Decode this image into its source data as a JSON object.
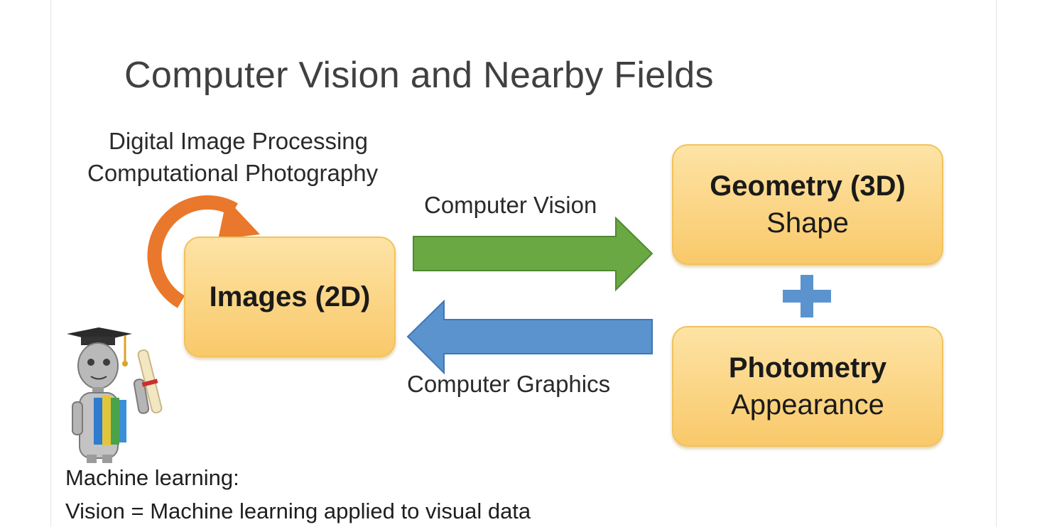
{
  "slide": {
    "title": "Computer Vision and Nearby Fields"
  },
  "loop_labels": {
    "line1": "Digital Image Processing",
    "line2": "Computational Photography"
  },
  "boxes": {
    "images": {
      "label": "Images (2D)"
    },
    "geometry": {
      "label": "Geometry (3D)",
      "sub": "Shape"
    },
    "photometry": {
      "label": "Photometry",
      "sub": "Appearance"
    }
  },
  "arrows": {
    "forward_label": "Computer Vision",
    "backward_label": "Computer Graphics"
  },
  "footer": {
    "line1": "Machine learning:",
    "line2": "Vision = Machine learning applied to visual data"
  },
  "colors": {
    "box_fill": "#fbd27e",
    "forward_arrow": "#6aa843",
    "backward_arrow": "#5b93cf",
    "loop_arrow": "#e9782c",
    "plus": "#5b93cf"
  },
  "icons": {
    "loop": "circular-arrow-icon",
    "plus": "plus-icon",
    "mascot": "graduate-robot-icon"
  }
}
